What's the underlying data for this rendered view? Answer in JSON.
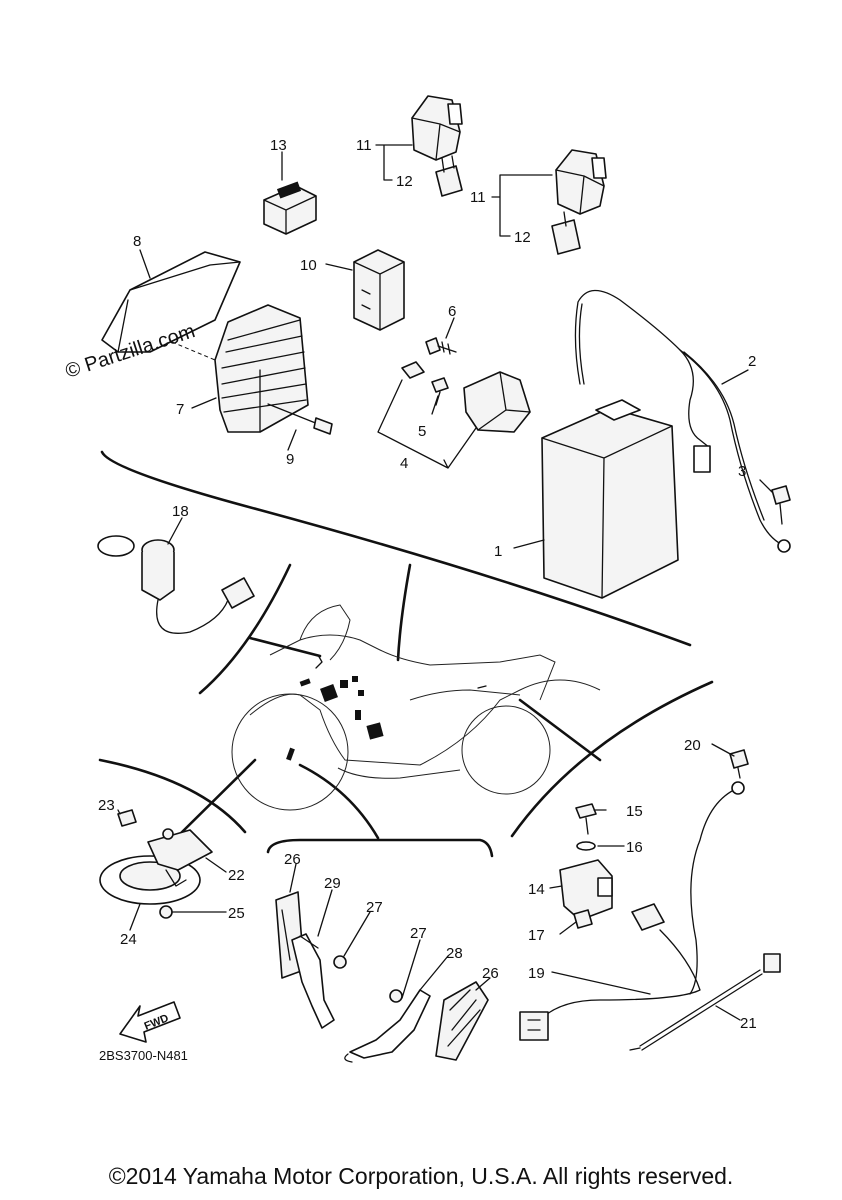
{
  "watermark": "© Partzilla.com",
  "diagram_code": "2BS3700-N481",
  "fwd_label": "FWD",
  "copyright": "©2014 Yamaha Motor Corporation, U.S.A. All rights reserved.",
  "callouts": {
    "c1": "1",
    "c2": "2",
    "c3": "3",
    "c4": "4",
    "c5": "5",
    "c6": "6",
    "c7": "7",
    "c8": "8",
    "c9": "9",
    "c10": "10",
    "c11a": "11",
    "c11b": "11",
    "c12a": "12",
    "c12b": "12",
    "c13": "13",
    "c14": "14",
    "c15": "15",
    "c16": "16",
    "c17": "17",
    "c18": "18",
    "c19": "19",
    "c20": "20",
    "c21": "21",
    "c22": "22",
    "c23": "23",
    "c24": "24",
    "c25": "25",
    "c26a": "26",
    "c26b": "26",
    "c27a": "27",
    "c27b": "27",
    "c28": "28",
    "c29": "29"
  }
}
